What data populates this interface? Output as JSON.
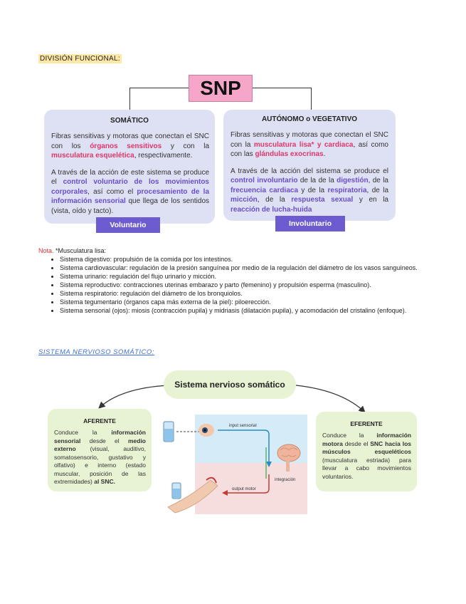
{
  "section_label": "DIVISIÓN FUNCIONAL:",
  "snp": {
    "title": "SNP"
  },
  "somatic_card": {
    "title": "SOMÁTICO",
    "p1_a": "Fibras sensitivas y motoras que conectan el SNC con los ",
    "p1_b": "órganos sensitivos",
    "p1_c": " y con la ",
    "p1_d": "musculatura esquelética",
    "p1_e": ", respectivamente.",
    "p2_a": "A través de la acción de este sistema se produce el ",
    "p2_b": "control voluntario de los movimientos corporales",
    "p2_c": ", así como el ",
    "p2_d": "procesamiento de la información sensorial",
    "p2_e": " que llega de los sentidos (vista, oído y tacto).",
    "tag": "Voluntario"
  },
  "autonomic_card": {
    "title": "AUTÓNOMO o VEGETATIVO",
    "p1_a": "Fibras sensitivas y motoras que conectan el SNC con la ",
    "p1_b": "musculatura lisa* y cardiaca",
    "p1_c": ", así como con las ",
    "p1_d": "glándulas exocrinas",
    "p1_e": ".",
    "p2_a": "A través de la acción del sistema se produce el ",
    "p2_b": "control involuntario",
    "p2_c": " de la de la ",
    "p2_d": "digestión",
    "p2_e": ", de la ",
    "p2_f": "frecuencia cardiaca",
    "p2_g": " y de la ",
    "p2_h": "respiratoria",
    "p2_i": ", de la ",
    "p2_j": "micción",
    "p2_k": ", de la ",
    "p2_l": "respuesta sexual",
    "p2_m": " y en la ",
    "p2_n": "reacción de lucha-huida",
    "tag": "Involuntario"
  },
  "note": {
    "label": "Nota.",
    "intro": " *Musculatura lisa:",
    "items": [
      "Sistema digestivo: propulsión de la comida por los intestinos.",
      "Sistema cardiovascular: regulación de la presión sanguínea por medio de la regulación del diámetro de los vasos sanguíneos.",
      "Sistema urinario: regulación del flujo urinario y micción.",
      "Sistema reproductivo: contracciones uterinas embarazo y parto (femenino) y propulsión esperma (masculino).",
      "Sistema respiratorio: regulación del diámetro de los bronquiolos.",
      "Sistema tegumentario (órganos capa más externa de la piel): piloerección.",
      "Sistema sensorial (ojos): miosis (contracción pupila) y midriasis (dilatación pupila), y acomodación del cristalino (enfoque)."
    ]
  },
  "somatic_heading": "SISTEMA NERVIOSO SOMÁTICO:",
  "sns_title": "Sistema nervioso somático",
  "afferent": {
    "title": "AFERENTE",
    "t1": "Conduce la ",
    "t2": "información sensorial",
    "t3": " desde el ",
    "t4": "medio externo",
    "t5": " (visual, auditivo, somatosensorio, gustativo y olfativo) e interno (estado muscular, posición de las extremidades) ",
    "t6": "al SNC."
  },
  "efferent": {
    "title": "EFERENTE",
    "t1": "Conduce la ",
    "t2": "información motora",
    "t3": " desde el ",
    "t4": "SNC hacia los músculos esqueléticos",
    "t5": " (musculatura estriada) para llevar a cabo movimientos voluntarios."
  },
  "diagram": {
    "input_label": "input sensorial",
    "output_label": "output motor",
    "integration_label": "integración",
    "colors": {
      "input_bg": "#d5ecf8",
      "output_bg": "#f6dede",
      "input_arrow": "#2a8ac4",
      "output_arrow": "#c23a3a",
      "loop": "#5ab36a"
    }
  }
}
